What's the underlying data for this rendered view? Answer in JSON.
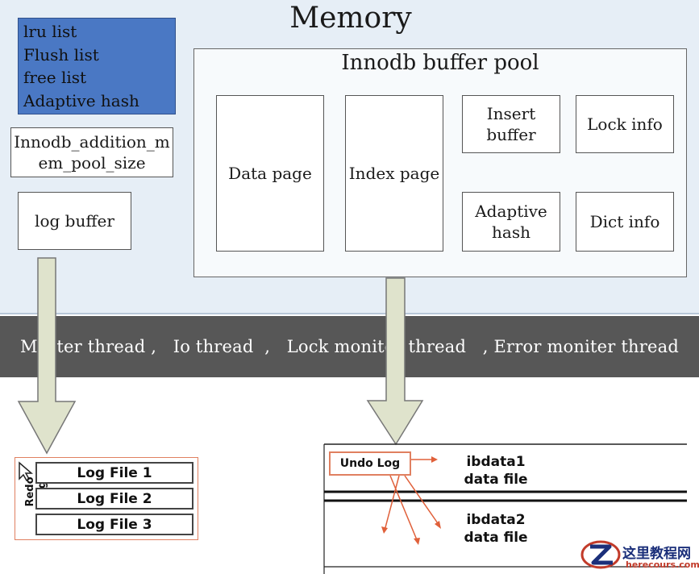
{
  "memory": {
    "title": "Memory",
    "lists": [
      "lru list",
      "Flush list",
      "free list",
      "Adaptive hash"
    ],
    "addition_pool": {
      "line1": "Innodb_addition_m",
      "line2": "em_pool_size"
    },
    "log_buffer": "log buffer"
  },
  "buffer_pool": {
    "title": "Innodb buffer pool",
    "data_page": "Data page",
    "index_page": "Index page",
    "insert_buffer": {
      "line1": "Insert",
      "line2": "buffer"
    },
    "lock_info": "Lock info",
    "adaptive_hash": {
      "line1": "Adaptive",
      "line2": "hash"
    },
    "dict_info": "Dict info"
  },
  "threads": {
    "label": "Master thread ,   Io thread  ,   Lock moniter thread   , Error moniter thread"
  },
  "redo": {
    "label": "Redo Log",
    "files": [
      "Log File 1",
      "Log File 2",
      "Log File 3"
    ]
  },
  "undo": {
    "label": "Undo Log",
    "ibdata1": {
      "line1": "ibdata1",
      "line2": "data file"
    },
    "ibdata2": {
      "line1": "ibdata2",
      "line2": "data file"
    }
  },
  "watermark": {
    "cn": "这里教程网",
    "en": "herecours.com",
    "logo_icon": "z-logo-icon"
  },
  "colors": {
    "memory_bg": "#e6eef6",
    "lists_fill": "#4a78c4",
    "thread_band": "#575757",
    "arrow_fill": "#dfe3cc",
    "accent_border": "#e08060"
  }
}
